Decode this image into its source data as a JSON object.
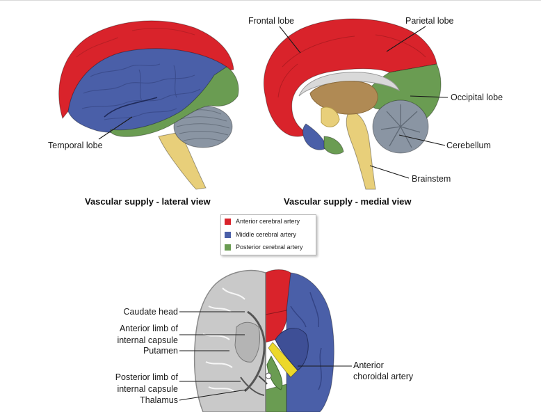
{
  "colors": {
    "anterior": "#d9232b",
    "middle": "#4a5fa8",
    "posterior": "#6a9c52",
    "choroidal": "#ecd82a",
    "brainstem": "#e8cf7a",
    "cerebellum": "#8a95a3",
    "gray_section": "#c9c9c9",
    "deep": "#b08a54"
  },
  "lateral_view": {
    "caption": "Vascular supply - lateral view",
    "labels": {
      "temporal": "Temporal lobe"
    }
  },
  "medial_view": {
    "caption": "Vascular supply - medial view",
    "labels": {
      "frontal": "Frontal lobe",
      "parietal": "Parietal lobe",
      "occipital": "Occipital lobe",
      "cerebellum": "Cerebellum",
      "brainstem": "Brainstem"
    }
  },
  "legend": {
    "items": [
      {
        "label": "Anterior cerebral artery",
        "color": "#d9232b"
      },
      {
        "label": "Middle cerebral artery",
        "color": "#4a5fa8"
      },
      {
        "label": "Posterior cerebral artery",
        "color": "#6a9c52"
      }
    ]
  },
  "axial_view": {
    "labels": {
      "caudate": "Caudate head",
      "anterior_limb_1": "Anterior limb of",
      "anterior_limb_2": "internal capsule",
      "putamen": "Putamen",
      "posterior_limb_1": "Posterior limb of",
      "posterior_limb_2": "internal capsule",
      "thalamus": "Thalamus",
      "choroidal_1": "Anterior",
      "choroidal_2": "choroidal artery"
    }
  }
}
